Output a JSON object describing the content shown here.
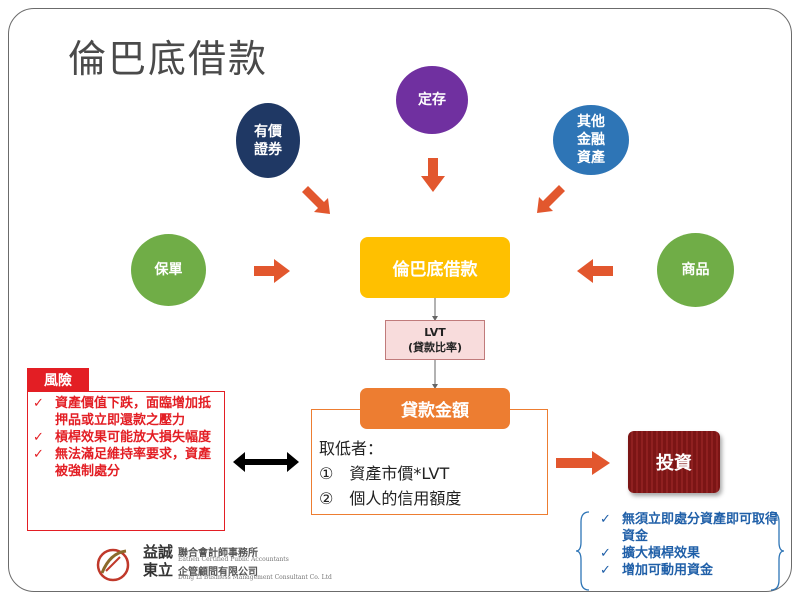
{
  "title": "倫巴底借款",
  "nodes": {
    "securities": [
      "有價",
      "證券"
    ],
    "deposit": "定存",
    "other_assets": [
      "其他",
      "金融",
      "資產"
    ],
    "insurance": "保單",
    "commodity": "商品",
    "center": "倫巴底借款"
  },
  "lvt": {
    "line1": "LVT",
    "line2": "(貸款比率)"
  },
  "loan_amount": {
    "label": "貸款金額",
    "line1": "取低者：",
    "line2": "①　資產市價*LVT",
    "line3": "②　個人的信用額度"
  },
  "risk": {
    "label": "風險",
    "items": [
      "資產價值下跌，面臨增加抵押品或立即還款之壓力",
      "槓桿效果可能放大損失幅度",
      "無法滿足維持率要求，資產被強制處分"
    ]
  },
  "invest": {
    "label": "投資"
  },
  "benefits": {
    "items": [
      "無須立即處分資產即可取得資金",
      "擴大槓桿效果",
      "增加可動用資金"
    ]
  },
  "logo": {
    "name_top": "益誠",
    "name_bottom": "東立",
    "firm_cn": "聯合會計師事務所",
    "firm_en": "Eathen Certified Public Accountants",
    "consult_cn": "企管顧問有限公司",
    "consult_en": "Dong Li Business Management Consultant Co. Ltd"
  },
  "colors": {
    "navy": "#1f3864",
    "purple": "#7030a0",
    "blue": "#2e75b6",
    "green": "#70ad47",
    "yellow": "#ffc000",
    "orange": "#ed7d31",
    "arrow": "#e2572e",
    "risk_red": "#e31e24",
    "invest_maroon": "#7b1515",
    "benefit_blue": "#1f5fa8"
  }
}
